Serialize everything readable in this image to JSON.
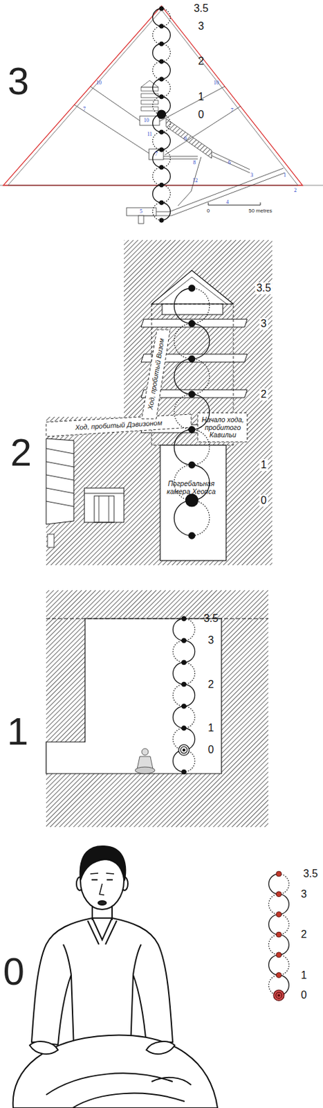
{
  "diagram": {
    "labels": [
      "3",
      "3.5",
      "3",
      "2",
      "1",
      "0",
      "10",
      "10",
      "7",
      "7",
      "10",
      "11",
      "9",
      "7",
      "8",
      "6",
      "3",
      "1",
      "2",
      "12",
      "4",
      "5",
      "0",
      "50 metres",
      "2",
      "3.5",
      "3",
      "2",
      "1",
      "0",
      "Ход, пробитый Дэвизоном",
      "Ход, пробитый Визом",
      "Начало хода, пробитого Кавильи",
      "Погребальная камера Хеопса",
      "1",
      "3.5",
      "3",
      "2",
      "1",
      "0",
      "0",
      "3.5",
      "3",
      "2",
      "1",
      "0"
    ]
  }
}
